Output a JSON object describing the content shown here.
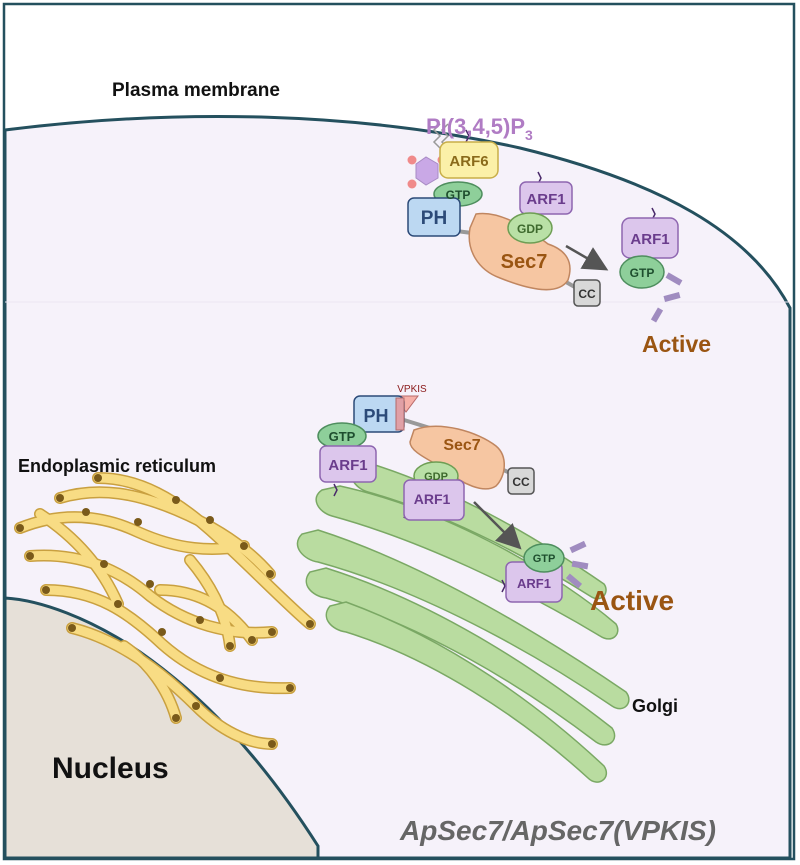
{
  "labels": {
    "plasma_membrane": "Plasma membrane",
    "pip3_main": "PI(3,4,5)P",
    "pip3_sub": "3",
    "endoplasmic_reticulum": "Endoplasmic reticulum",
    "nucleus": "Nucleus",
    "golgi": "Golgi",
    "active_top": "Active",
    "active_bottom": "Active",
    "footer": "ApSec7/ApSec7(VPKIS)"
  },
  "top_complex": {
    "arf6": "ARF6",
    "gtp": "GTP",
    "ph": "PH",
    "sec7": "Sec7",
    "arf1": "ARF1",
    "gdp": "GDP",
    "cc": "CC",
    "arf1_active": "ARF1",
    "gtp_active": "GTP"
  },
  "bottom_complex": {
    "vpkis": "VPKIS",
    "ph": "PH",
    "gtp": "GTP",
    "arf1": "ARF1",
    "sec7": "Sec7",
    "gdp": "GDP",
    "arf1_sub": "ARF1",
    "cc": "CC",
    "gtp_active": "GTP",
    "arf1_active": "ARF1"
  },
  "colors": {
    "cell_fill": "#f6f2fa",
    "membrane": "#24505e",
    "nucleus": "#e6e0d8",
    "er_fill": "#f8dc84",
    "er_dot": "#7a5a1a",
    "golgi_fill": "#b9dca0",
    "sec7_fill": "#f6c6a2",
    "arf_fill": "#dcc6ec",
    "arf_text": "#6a3c8c",
    "gtp_fill": "#8ecf9a",
    "ph_fill": "#bcd8f2",
    "arf6_fill": "#fbf0a8",
    "active_text": "#9a5512",
    "pip_text": "#b07cc4"
  }
}
